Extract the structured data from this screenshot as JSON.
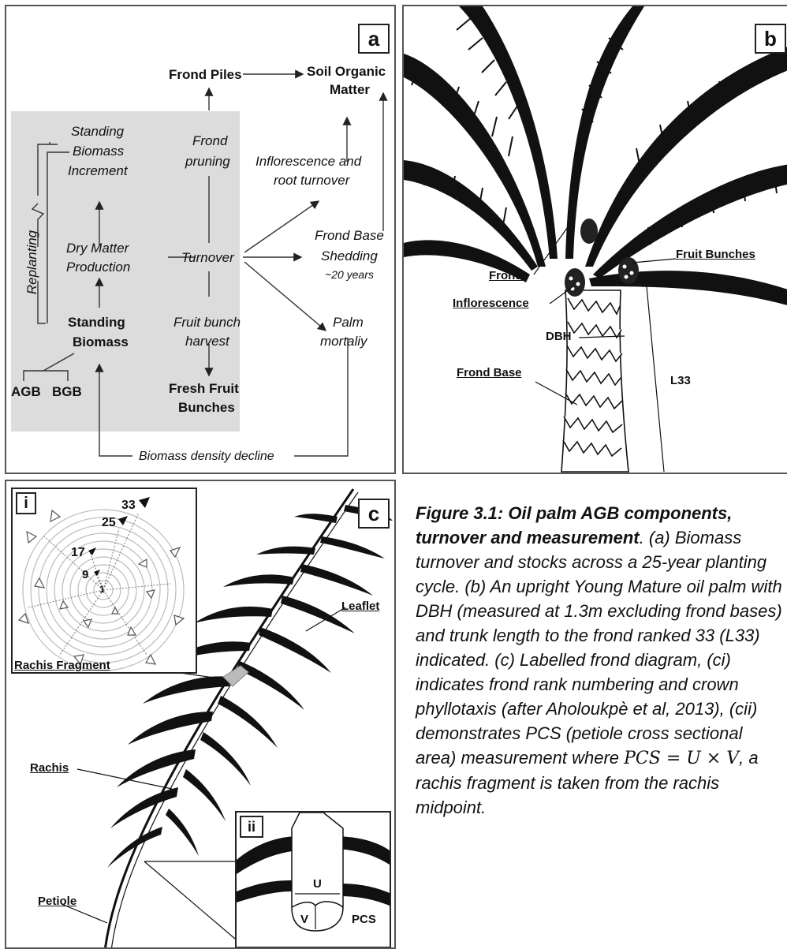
{
  "panel_a": {
    "tag": "a",
    "nodes": {
      "frond_piles": "Frond Piles",
      "soil_organic_matter_1": "Soil Organic",
      "soil_organic_matter_2": "Matter",
      "standing_biomass_increment_1": "Standing",
      "standing_biomass_increment_2": "Biomass",
      "standing_biomass_increment_3": "Increment",
      "frond_pruning_1": "Frond",
      "frond_pruning_2": "pruning",
      "inflorescence_root_1": "Inflorescence and",
      "inflorescence_root_2": "root turnover",
      "dry_matter_1": "Dry Matter",
      "dry_matter_2": "Production",
      "turnover": "Turnover",
      "frond_base_1": "Frond Base",
      "frond_base_2": "Shedding",
      "frond_base_3": "~20 years",
      "replanting": "Replanting",
      "standing_biomass_1": "Standing",
      "standing_biomass_2": "Biomass",
      "fruit_bunch_1": "Fruit bunch",
      "fruit_bunch_2": "harvest",
      "palm_mortality_1": "Palm",
      "palm_mortality_2": "mortaliy",
      "agb": "AGB",
      "bgb": "BGB",
      "ffb_1": "Fresh Fruit",
      "ffb_2": "Bunches",
      "biomass_density_decline": "Biomass density decline"
    }
  },
  "panel_b": {
    "tag": "b",
    "labels": {
      "frond": "Frond",
      "fruit_bunches": "Fruit Bunches",
      "inflorescence": "Inflorescence",
      "dbh": "DBH",
      "frond_base": "Frond Base",
      "l33": "L33"
    }
  },
  "panel_c": {
    "tag": "c",
    "inset_i": {
      "tag": "i",
      "ranks": [
        "33",
        "25",
        "17",
        "9",
        "1"
      ]
    },
    "inset_ii": {
      "tag": "ii",
      "u": "U",
      "v": "V",
      "pcs": "PCS"
    },
    "labels": {
      "leaflet": "Leaflet",
      "rachis_fragment": "Rachis Fragment",
      "rachis": "Rachis",
      "petiole": "Petiole"
    }
  },
  "caption": {
    "title": "Figure 3.1: Oil palm AGB components, turnover and measurement",
    "body_1": ". (a) Biomass turnover and stocks across a 25-year planting cycle. (b) An upright Young Mature oil palm with DBH (measured at 1.3m excluding frond bases) and trunk length to the frond ranked 33 (L33) indicated. (c) Labelled frond diagram, (ci) indicates frond rank numbering and crown phyllotaxis (after Aholoukpè et al, 2013), (cii) demonstrates PCS (petiole cross sectional area) measurement where ",
    "formula": "PCS = U × V",
    "body_2": ", a rachis fragment is taken from the rachis midpoint."
  },
  "colors": {
    "border": "#555555",
    "shade": "#dcdcdc",
    "ink": "#111111"
  }
}
